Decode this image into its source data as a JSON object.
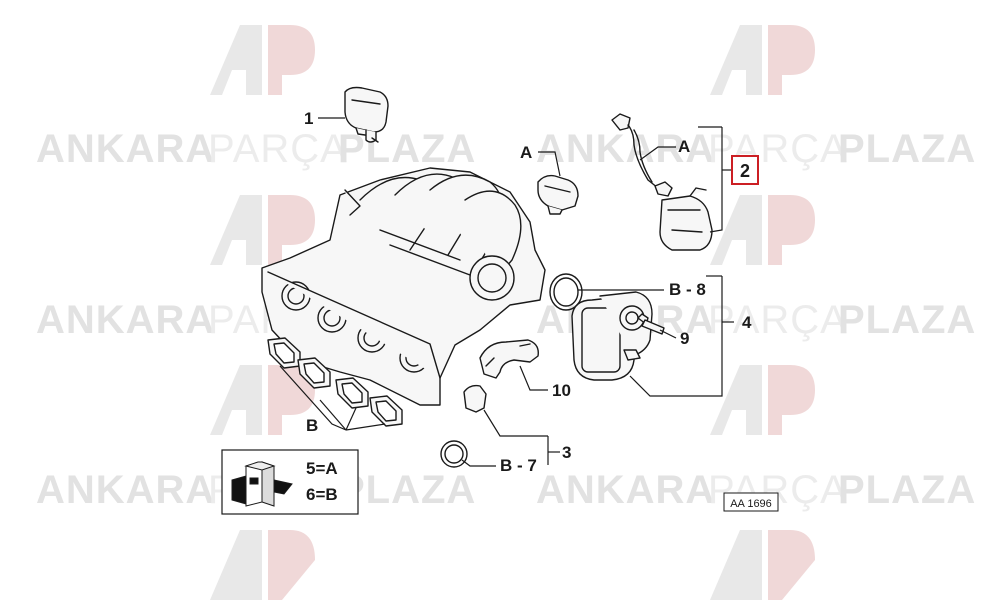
{
  "watermark": {
    "brand_light": "ANKARA",
    "brand_mid": "PARÇA",
    "brand_bold": "PLAZA",
    "logo_letters": "AP",
    "color": "#e6e6e6"
  },
  "callouts": {
    "p1": "1",
    "p2": "2",
    "p3": "3",
    "p4": "4",
    "p9": "9",
    "p10": "10",
    "a_left": "A",
    "a_right": "A",
    "b8": "B - 8",
    "b7": "B - 7",
    "b": "B"
  },
  "legend": {
    "line1": "5=A",
    "line2": "6=B"
  },
  "figure_code": "AA 1696",
  "colors": {
    "line": "#1a1a1a",
    "highlight": "#cc1f24",
    "part_fill": "#f7f7f7"
  }
}
